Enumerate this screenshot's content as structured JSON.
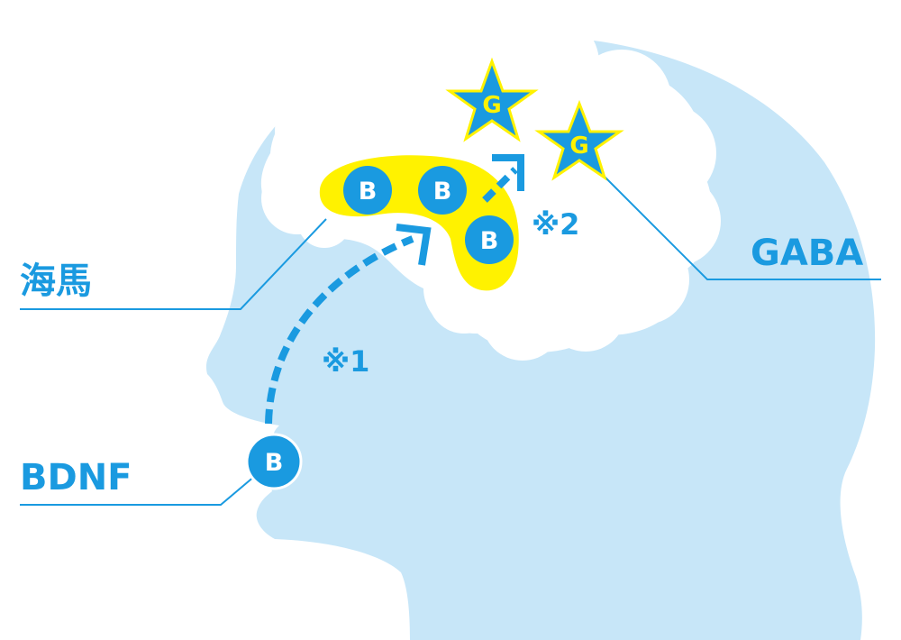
{
  "labels": {
    "hippocampus": "海馬",
    "gaba": "GABA",
    "bdnf": "BDNF"
  },
  "notes": {
    "note1": "※1",
    "note2": "※2"
  },
  "markers": {
    "bdnf_letter": "B",
    "gaba_letter": "G"
  },
  "colors": {
    "head": "#c7e6f8",
    "brain": "#ffffff",
    "hippocampus": "#fff200",
    "accent": "#1a9ae0",
    "star_text": "#fff200"
  }
}
